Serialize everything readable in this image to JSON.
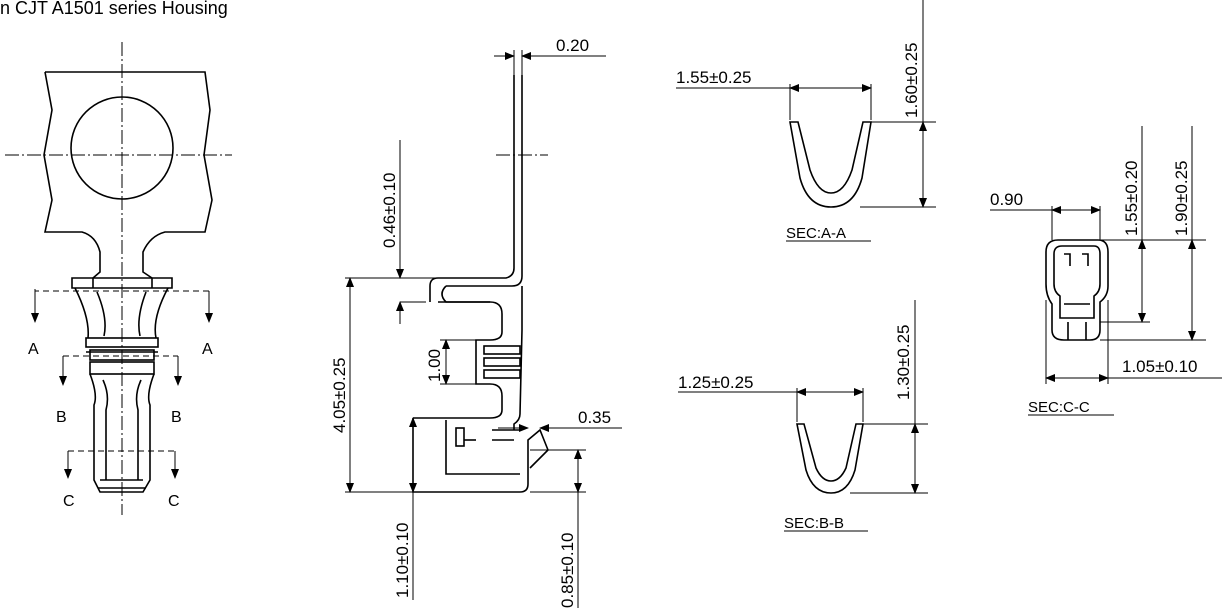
{
  "title": "n CJT A1501 series Housing",
  "front_view": {
    "section_labels": {
      "a_left": "A",
      "a_right": "A",
      "b_left": "B",
      "b_right": "B",
      "c_left": "C",
      "c_right": "C"
    }
  },
  "side_view": {
    "dims": {
      "thickness": "0.20",
      "crimp_gap": "0.46±0.10",
      "body_height": "4.05±0.25",
      "slot": "1.00",
      "lance": "0.35",
      "bottom_left": "1.10±0.10",
      "bottom_right": "0.85±0.10"
    }
  },
  "sections": {
    "a": {
      "width": "1.55±0.25",
      "height": "1.60±0.25",
      "caption": "SEC:A-A"
    },
    "b": {
      "width": "1.25±0.25",
      "height": "1.30±0.25",
      "caption": "SEC:B-B"
    },
    "c": {
      "width_top": "0.90",
      "height_inner": "1.55±0.20",
      "height_outer": "1.90±0.25",
      "width_bottom": "1.05±0.10",
      "caption": "SEC:C-C"
    }
  }
}
